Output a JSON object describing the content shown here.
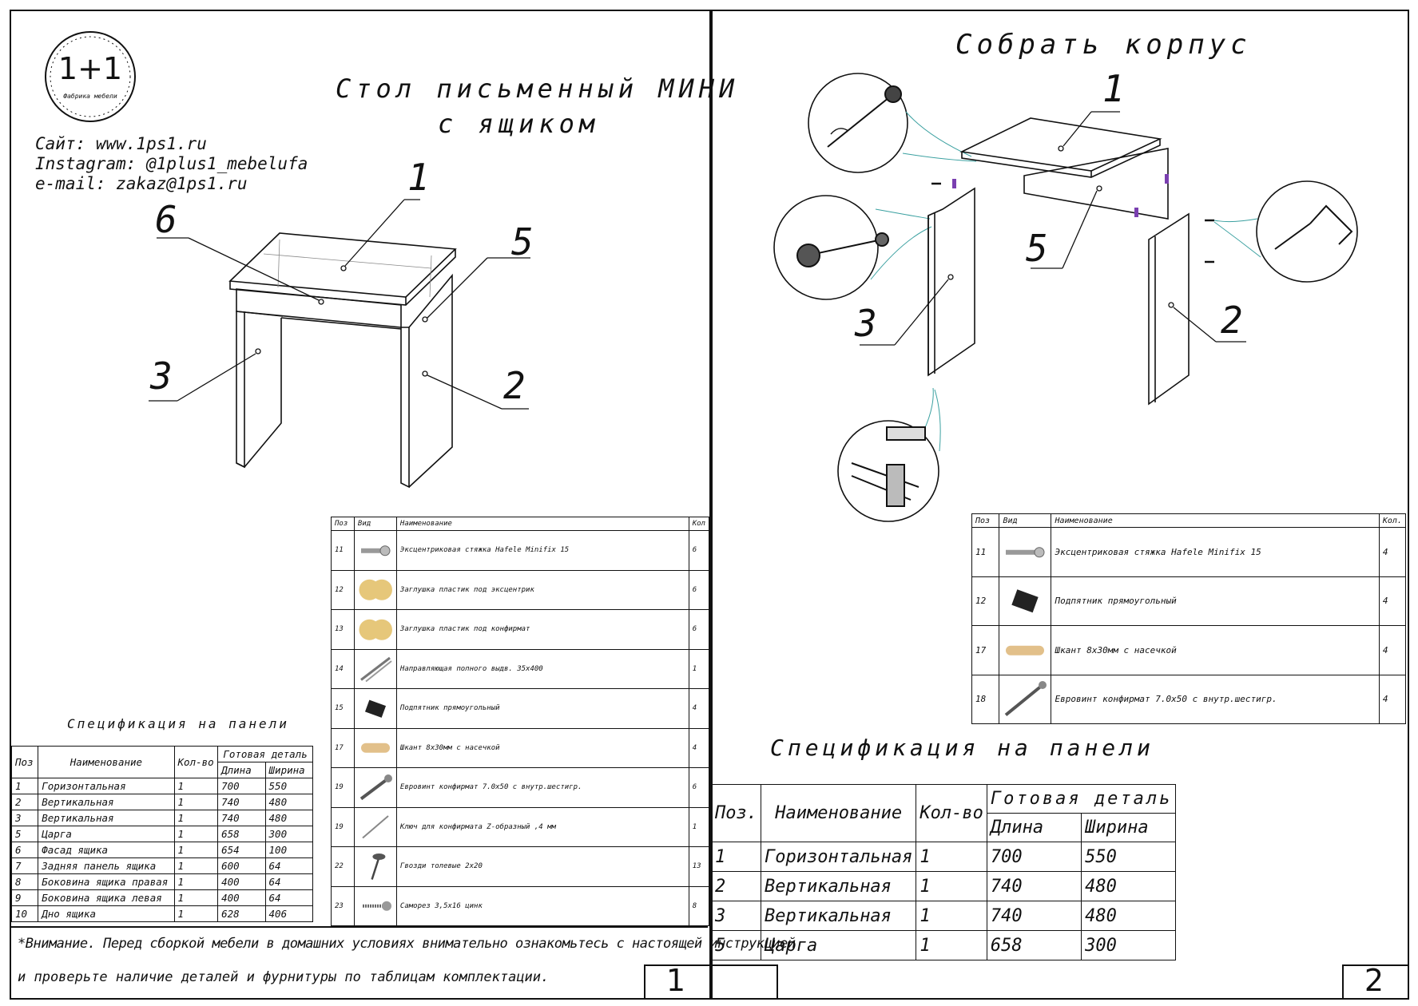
{
  "left_sheet": {
    "logo_text": "1+1",
    "logo_sub": "Фабрика мебели",
    "title_line1": "Стол письменный МИНИ",
    "title_line2": "с ящиком",
    "site": "Сайт: www.1ps1.ru",
    "instagram": "Instagram: @1plus1_mebelufa",
    "email": "e-mail: zakaz@1ps1.ru",
    "callouts": [
      "1",
      "2",
      "3",
      "5",
      "6"
    ],
    "spec_title": "Спецификация на панели",
    "spec_headers": {
      "pos": "Поз",
      "name": "Наименование",
      "qty": "Кол-во",
      "ready": "Готовая деталь",
      "length": "Длина",
      "width": "Ширина"
    },
    "spec_rows": [
      {
        "pos": "1",
        "name": "Горизонтальная",
        "qty": "1",
        "length": "700",
        "width": "550"
      },
      {
        "pos": "2",
        "name": "Вертикальная",
        "qty": "1",
        "length": "740",
        "width": "480"
      },
      {
        "pos": "3",
        "name": "Вертикальная",
        "qty": "1",
        "length": "740",
        "width": "480"
      },
      {
        "pos": "5",
        "name": "Царга",
        "qty": "1",
        "length": "658",
        "width": "300"
      },
      {
        "pos": "6",
        "name": "Фасад ящика",
        "qty": "1",
        "length": "654",
        "width": "100"
      },
      {
        "pos": "7",
        "name": "Задняя панель ящика",
        "qty": "1",
        "length": "600",
        "width": "64"
      },
      {
        "pos": "8",
        "name": "Боковина ящика правая",
        "qty": "1",
        "length": "400",
        "width": "64"
      },
      {
        "pos": "9",
        "name": "Боковина ящика левая",
        "qty": "1",
        "length": "400",
        "width": "64"
      },
      {
        "pos": "10",
        "name": "Дно ящика",
        "qty": "1",
        "length": "628",
        "width": "406"
      }
    ],
    "hw_headers": {
      "pos": "Поз",
      "view": "Вид",
      "name": "Наименование",
      "qty": "Кол"
    },
    "hw_rows": [
      {
        "pos": "11",
        "name": "Эксцентриковая стяжка Hafele Minifix 15",
        "qty": "6",
        "icon": "minifix-icon"
      },
      {
        "pos": "12",
        "name": "Заглушка пластик под эксцентрик",
        "qty": "6",
        "icon": "cap-icon"
      },
      {
        "pos": "13",
        "name": "Заглушка пластик под конфирмат",
        "qty": "6",
        "icon": "cap-icon"
      },
      {
        "pos": "14",
        "name": "Направляющая полного выдв. 35х400",
        "qty": "1",
        "icon": "rail-icon"
      },
      {
        "pos": "15",
        "name": "Подпятник прямоугольный",
        "qty": "4",
        "icon": "pad-icon"
      },
      {
        "pos": "17",
        "name": "Шкант 8х30мм с насечкой",
        "qty": "4",
        "icon": "dowel-icon"
      },
      {
        "pos": "19",
        "name": "Евровинт конфирмат 7.0х50 с внутр.шестигр.",
        "qty": "6",
        "icon": "confirmat-icon"
      },
      {
        "pos": "19",
        "name": "Ключ для конфирмата Z-образный ,4 мм",
        "qty": "1",
        "icon": "hex-key-icon"
      },
      {
        "pos": "22",
        "name": "Гвозди толевые 2х20",
        "qty": "13",
        "icon": "nail-icon"
      },
      {
        "pos": "23",
        "name": "Саморез 3,5х16 цинк",
        "qty": "8",
        "icon": "screw-icon"
      }
    ],
    "notice_line1": "*Внимание. Перед сборкой мебели в домашних условиях внимательно ознакомьтесь с настоящей инструкцией",
    "notice_line2": "и проверьте наличие деталей и фурнитуры по таблицам комплектации.",
    "page_number": "1"
  },
  "right_sheet": {
    "title": "Собрать корпус",
    "callouts": [
      "1",
      "2",
      "3",
      "5"
    ],
    "hw_headers": {
      "pos": "Поз",
      "view": "Вид",
      "name": "Наименование",
      "qty": "Кол."
    },
    "hw_rows": [
      {
        "pos": "11",
        "name": "Эксцентриковая стяжка Hafele Minifix 15",
        "qty": "4",
        "icon": "minifix-icon"
      },
      {
        "pos": "12",
        "name": "Подпятник прямоугольный",
        "qty": "4",
        "icon": "pad-icon"
      },
      {
        "pos": "17",
        "name": "Шкант 8х30мм с насечкой",
        "qty": "4",
        "icon": "dowel-icon"
      },
      {
        "pos": "18",
        "name": "Евровинт конфирмат 7.0х50 с внутр.шестигр.",
        "qty": "4",
        "icon": "confirmat-icon"
      }
    ],
    "spec_title": "Спецификация на панели",
    "spec_headers": {
      "pos": "Поз.",
      "name": "Наименование",
      "qty": "Кол-во",
      "ready": "Готовая деталь",
      "length": "Длина",
      "width": "Ширина"
    },
    "spec_rows": [
      {
        "pos": "1",
        "name": "Горизонтальная",
        "qty": "1",
        "length": "700",
        "width": "550"
      },
      {
        "pos": "2",
        "name": "Вертикальная",
        "qty": "1",
        "length": "740",
        "width": "480"
      },
      {
        "pos": "3",
        "name": "Вертикальная",
        "qty": "1",
        "length": "740",
        "width": "480"
      },
      {
        "pos": "5",
        "name": "Царга",
        "qty": "1",
        "length": "658",
        "width": "300"
      }
    ],
    "page_number": "2"
  }
}
